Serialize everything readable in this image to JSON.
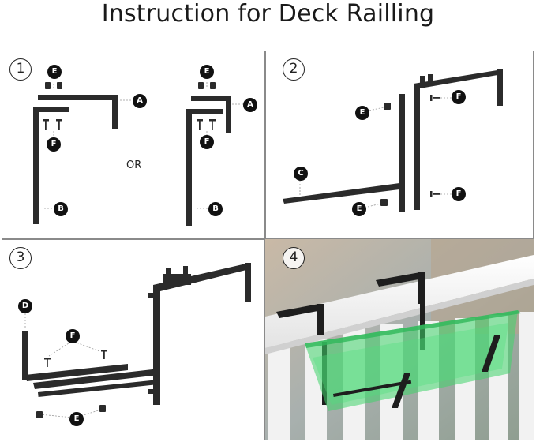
{
  "title": "Instruction for Deck Railling",
  "steps": [
    "1",
    "2",
    "3",
    "4"
  ],
  "parts": {
    "a": "A",
    "b": "B",
    "c": "C",
    "d": "D",
    "e": "E",
    "f": "F"
  },
  "step1": {
    "or_label": "OR"
  },
  "colors": {
    "metal": "#2b2b2b",
    "planter": "#3fd36a",
    "railing": "#ffffff",
    "border": "#8a8a8a"
  }
}
